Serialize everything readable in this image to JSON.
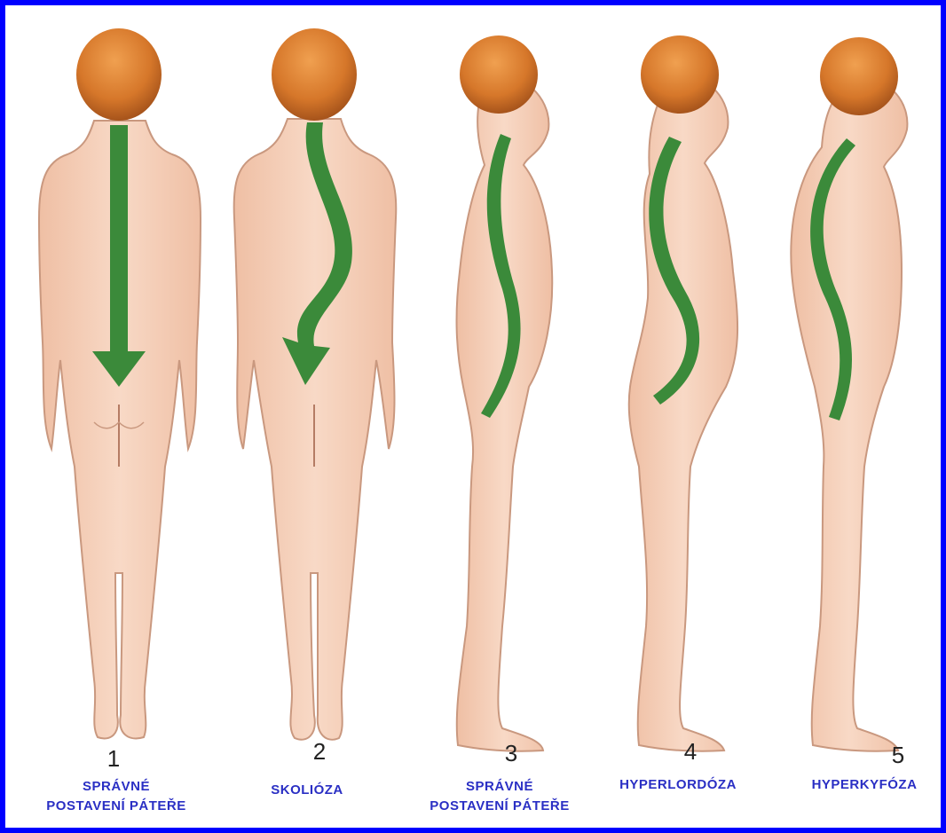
{
  "colors": {
    "border": "#0000ff",
    "skin": "#f6d2bb",
    "skin_outline": "#c9987f",
    "hair": "#d9782a",
    "hair_dark": "#a2501a",
    "spine": "#3b8a3a",
    "caption": "#2a2fc4",
    "number": "#222222"
  },
  "figures": [
    {
      "number": "1",
      "line1": "SPRÁVNÉ",
      "line2": "POSTAVENÍ PÁTEŘE",
      "view": "back",
      "spine": "straight-arrow"
    },
    {
      "number": "2",
      "line1": "SKOLIÓZA",
      "line2": "",
      "view": "back",
      "spine": "curved-arrow"
    },
    {
      "number": "3",
      "line1": "SPRÁVNÉ",
      "line2": "POSTAVENÍ PÁTEŘE",
      "view": "side",
      "spine": "normal-s"
    },
    {
      "number": "4",
      "line1": "HYPERLORDÓZA",
      "line2": "",
      "view": "side",
      "spine": "hyperlordosis"
    },
    {
      "number": "5",
      "line1": "HYPERKYFÓZA",
      "line2": "",
      "view": "side",
      "spine": "hyperkyphosis"
    }
  ]
}
